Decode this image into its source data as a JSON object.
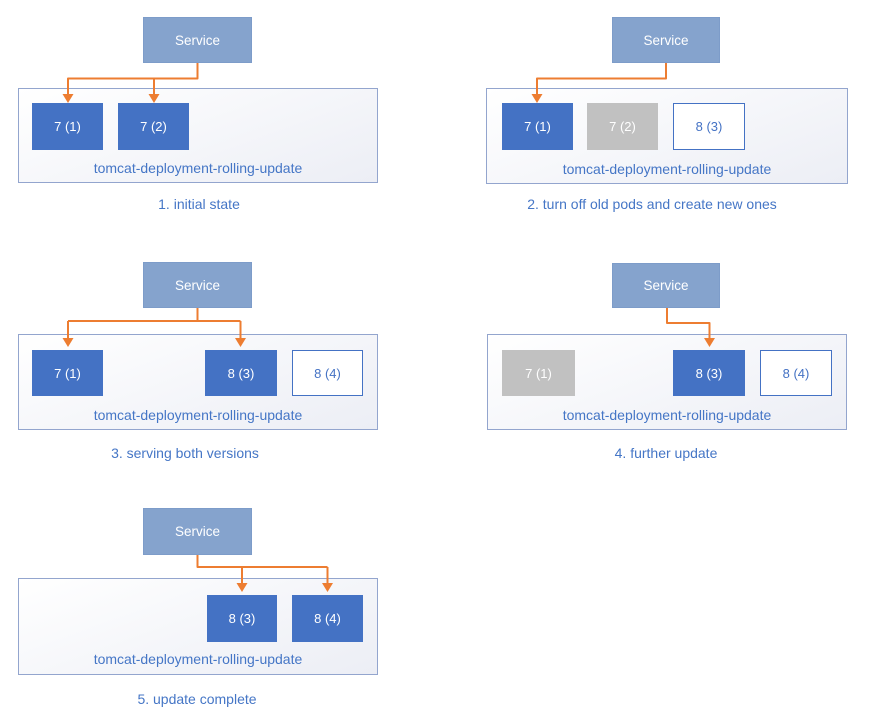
{
  "colors": {
    "pod-active": "#4472C4",
    "pod-stopped": "#C1C1C1",
    "pod-new-bg": "#FFFFFF",
    "pod-new-text": "#4472C4",
    "service-fill": "#85A3CD",
    "service-border": "#7D9CC9",
    "arrow": "#ED7D31",
    "container-border": "#93A5CE",
    "container-bg-start": "#FFFFFF",
    "container-bg-end": "#ECEEF5",
    "text-blue": "#4576C6"
  },
  "panels": [
    {
      "caption": "1. initial state",
      "service_label": "Service",
      "deployment_label": "tomcat-deployment-rolling-update",
      "pods": [
        {
          "label": "7 (1)",
          "state": "active"
        },
        {
          "label": "7 (2)",
          "state": "active"
        }
      ]
    },
    {
      "caption": "2. turn off old pods and create new ones",
      "service_label": "Service",
      "deployment_label": "tomcat-deployment-rolling-update",
      "pods": [
        {
          "label": "7 (1)",
          "state": "active"
        },
        {
          "label": "7 (2)",
          "state": "stopped"
        },
        {
          "label": "8 (3)",
          "state": "new"
        }
      ]
    },
    {
      "caption": "3. serving both versions",
      "service_label": "Service",
      "deployment_label": "tomcat-deployment-rolling-update",
      "pods": [
        {
          "label": "7 (1)",
          "state": "active"
        },
        {
          "label": "8 (3)",
          "state": "active"
        },
        {
          "label": "8 (4)",
          "state": "new"
        }
      ]
    },
    {
      "caption": "4. further update",
      "service_label": "Service",
      "deployment_label": "tomcat-deployment-rolling-update",
      "pods": [
        {
          "label": "7 (1)",
          "state": "stopped"
        },
        {
          "label": "8 (3)",
          "state": "active"
        },
        {
          "label": "8 (4)",
          "state": "new"
        }
      ]
    },
    {
      "caption": "5. update complete",
      "service_label": "Service",
      "deployment_label": "tomcat-deployment-rolling-update",
      "pods": [
        {
          "label": "8 (3)",
          "state": "active"
        },
        {
          "label": "8 (4)",
          "state": "active"
        }
      ]
    }
  ]
}
